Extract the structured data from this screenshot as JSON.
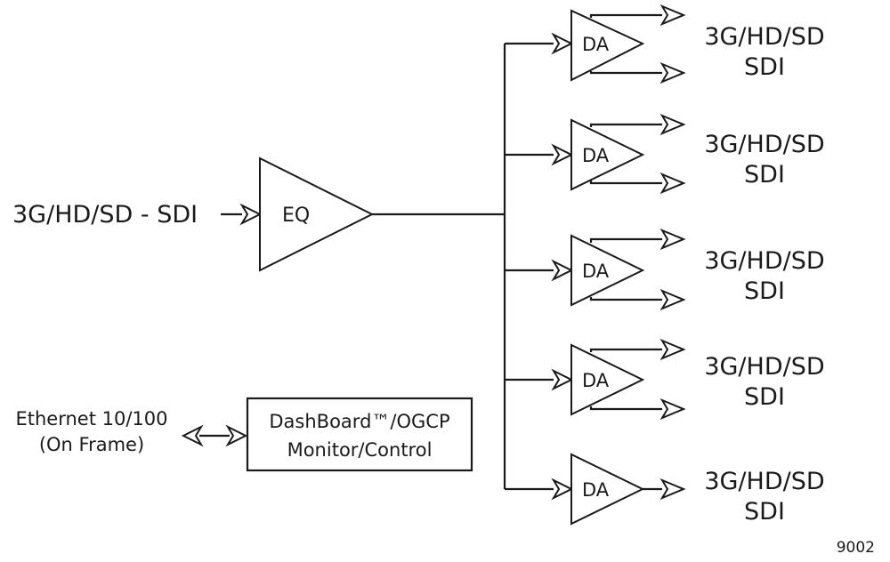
{
  "diagram": {
    "input_label": "3G/HD/SD - SDI",
    "eq_label": "EQ",
    "da_label": "DA",
    "output_label_line1": "3G/HD/SD",
    "output_label_line2": "SDI",
    "ethernet_line1": "Ethernet 10/100",
    "ethernet_line2": "(On Frame)",
    "control_line1": "DashBoard™/OGCP",
    "control_line2": "Monitor/Control",
    "figure_number": "9002"
  }
}
